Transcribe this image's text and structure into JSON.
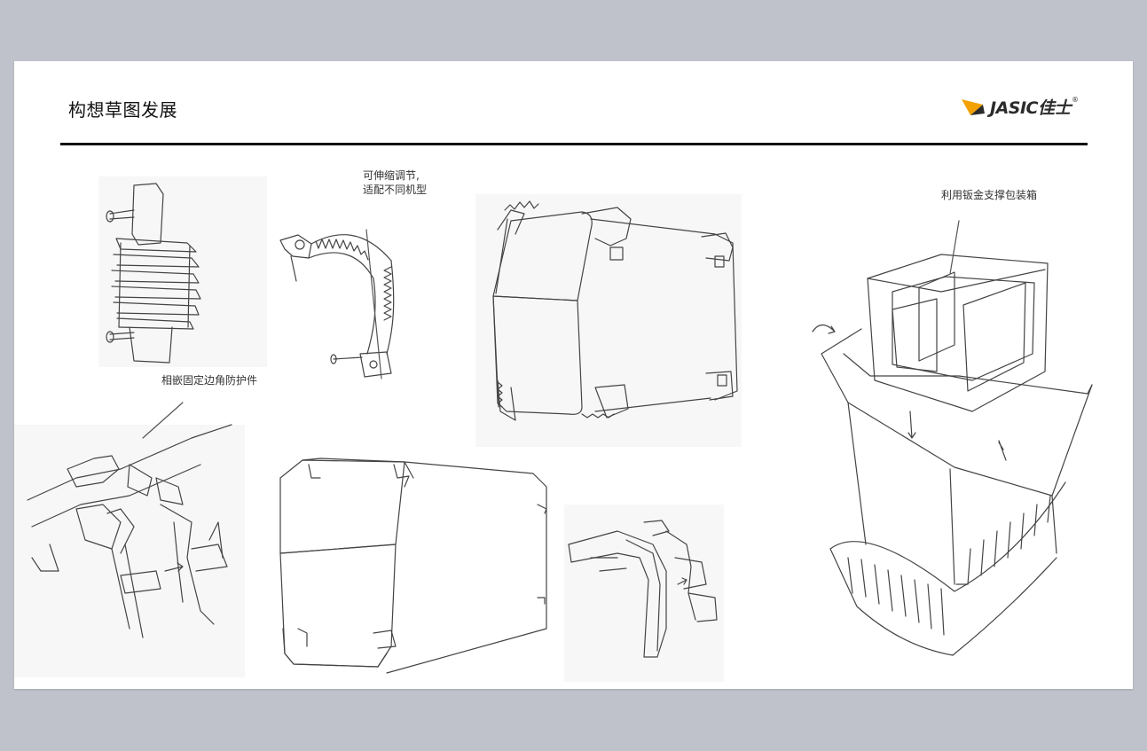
{
  "slide": {
    "title": "构想草图发展",
    "brand": {
      "name": "JASIC佳士",
      "registered": "®",
      "accent": "#f2a100",
      "dark": "#2b2b2b"
    }
  },
  "annotations": {
    "adjustable_line1": "可伸缩调节,",
    "adjustable_line2": "适配不同机型",
    "corner_protector": "相嵌固定边角防护件",
    "sheet_metal": "利用钣金支撑包装箱"
  }
}
